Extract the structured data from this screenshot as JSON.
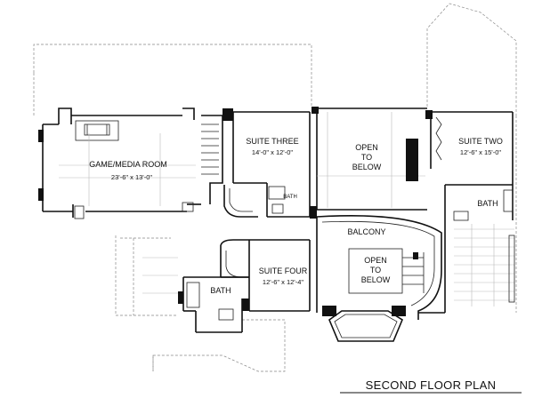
{
  "title": "SECOND FLOOR PLAN",
  "rooms": {
    "game_media": {
      "name": "GAME/MEDIA ROOM",
      "dim": "23'-6\" x 13'-0\""
    },
    "suite_three": {
      "name": "SUITE THREE",
      "dim": "14'-0\" x 12'-0\""
    },
    "suite_two": {
      "name": "SUITE TWO",
      "dim": "12'-6\" x 15'-0\""
    },
    "suite_four": {
      "name": "SUITE FOUR",
      "dim": "12'-6\" x 12'-4\""
    },
    "open_below_1": {
      "line1": "OPEN",
      "line2": "TO",
      "line3": "BELOW"
    },
    "open_below_2": {
      "line1": "OPEN",
      "line2": "TO",
      "line3": "BELOW"
    },
    "balcony": "BALCONY",
    "bath_small": "BATH",
    "bath_suite_two": "BATH",
    "bath_suite_four": "BATH"
  }
}
